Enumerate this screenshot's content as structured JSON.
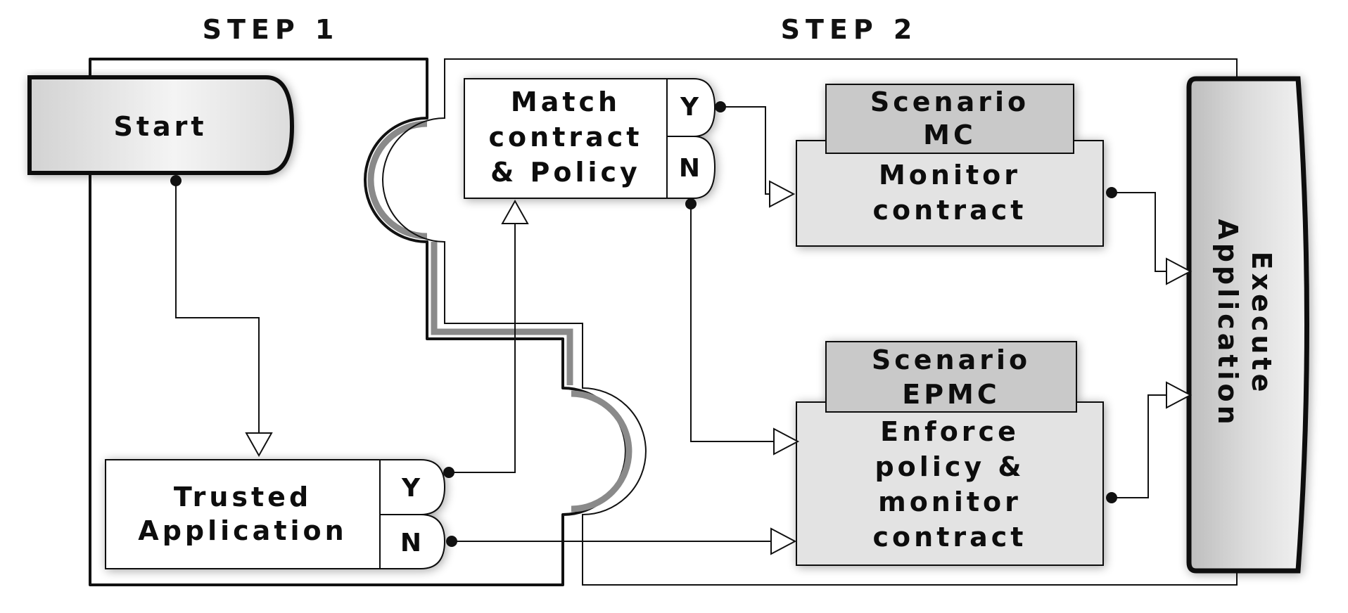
{
  "steps": {
    "step1": "STEP 1",
    "step2": "STEP 2"
  },
  "start": {
    "label": "Start"
  },
  "trusted": {
    "line1": "Trusted",
    "line2": "Application",
    "yes": "Y",
    "no": "N"
  },
  "match": {
    "line1": "Match",
    "line2": "contract",
    "line3": "& Policy",
    "yes": "Y",
    "no": "N"
  },
  "scenario_mc": {
    "title1": "Scenario",
    "title2": "MC",
    "line1": "Monitor",
    "line2": "contract"
  },
  "scenario_epmc": {
    "title1": "Scenario",
    "title2": "EPMC",
    "line1": "Enforce",
    "line2": "policy &",
    "line3": "monitor",
    "line4": "contract"
  },
  "execute": {
    "line1": "Execute",
    "line2": "Application"
  },
  "colors": {
    "box_fill": "#e3e3e3",
    "header_fill": "#c9c9c9",
    "stroke": "#111111",
    "region_edge": "#8a8a8a"
  }
}
